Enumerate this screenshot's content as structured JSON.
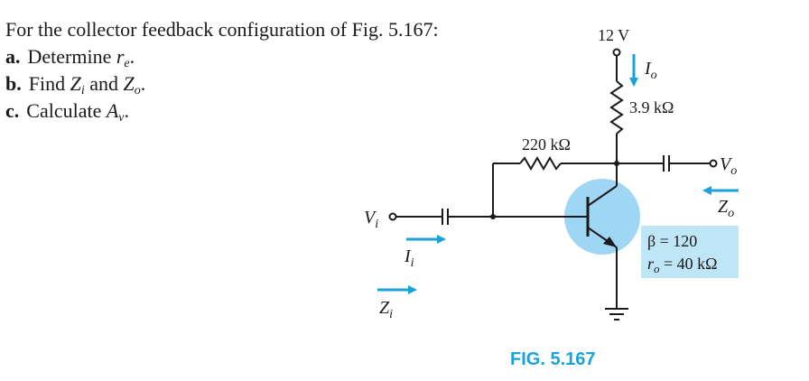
{
  "problem": {
    "intro": "For the collector feedback configuration of Fig. 5.167:",
    "parts": [
      {
        "letter": "a.",
        "text": "Determine ",
        "var": "r",
        "sub": "e",
        "end": "."
      },
      {
        "letter": "b.",
        "text": "Find ",
        "var": "Z",
        "sub": "i",
        "mid": " and ",
        "var2": "Z",
        "sub2": "o",
        "end": "."
      },
      {
        "letter": "c.",
        "text": "Calculate ",
        "var": "A",
        "sub": "v",
        "end": "."
      }
    ]
  },
  "circuit": {
    "supply": "12 V",
    "rc": "3.9 kΩ",
    "rf": "220 kΩ",
    "io_var": "I",
    "io_sub": "o",
    "vo_var": "V",
    "vo_sub": "o",
    "zo_var": "Z",
    "zo_sub": "o",
    "vi_var": "V",
    "vi_sub": "i",
    "ii_var": "I",
    "ii_sub": "i",
    "zi_var": "Z",
    "zi_sub": "i",
    "beta": "β = 120",
    "ro_var": "r",
    "ro_sub": "o",
    "ro_val": " = 40 kΩ",
    "caption": "FIG. 5.167"
  },
  "colors": {
    "accent": "#1aa3d9",
    "transistor_fill": "#9ed6f3",
    "param_box": "#bfe6f7",
    "wire": "#1a1a1a"
  }
}
